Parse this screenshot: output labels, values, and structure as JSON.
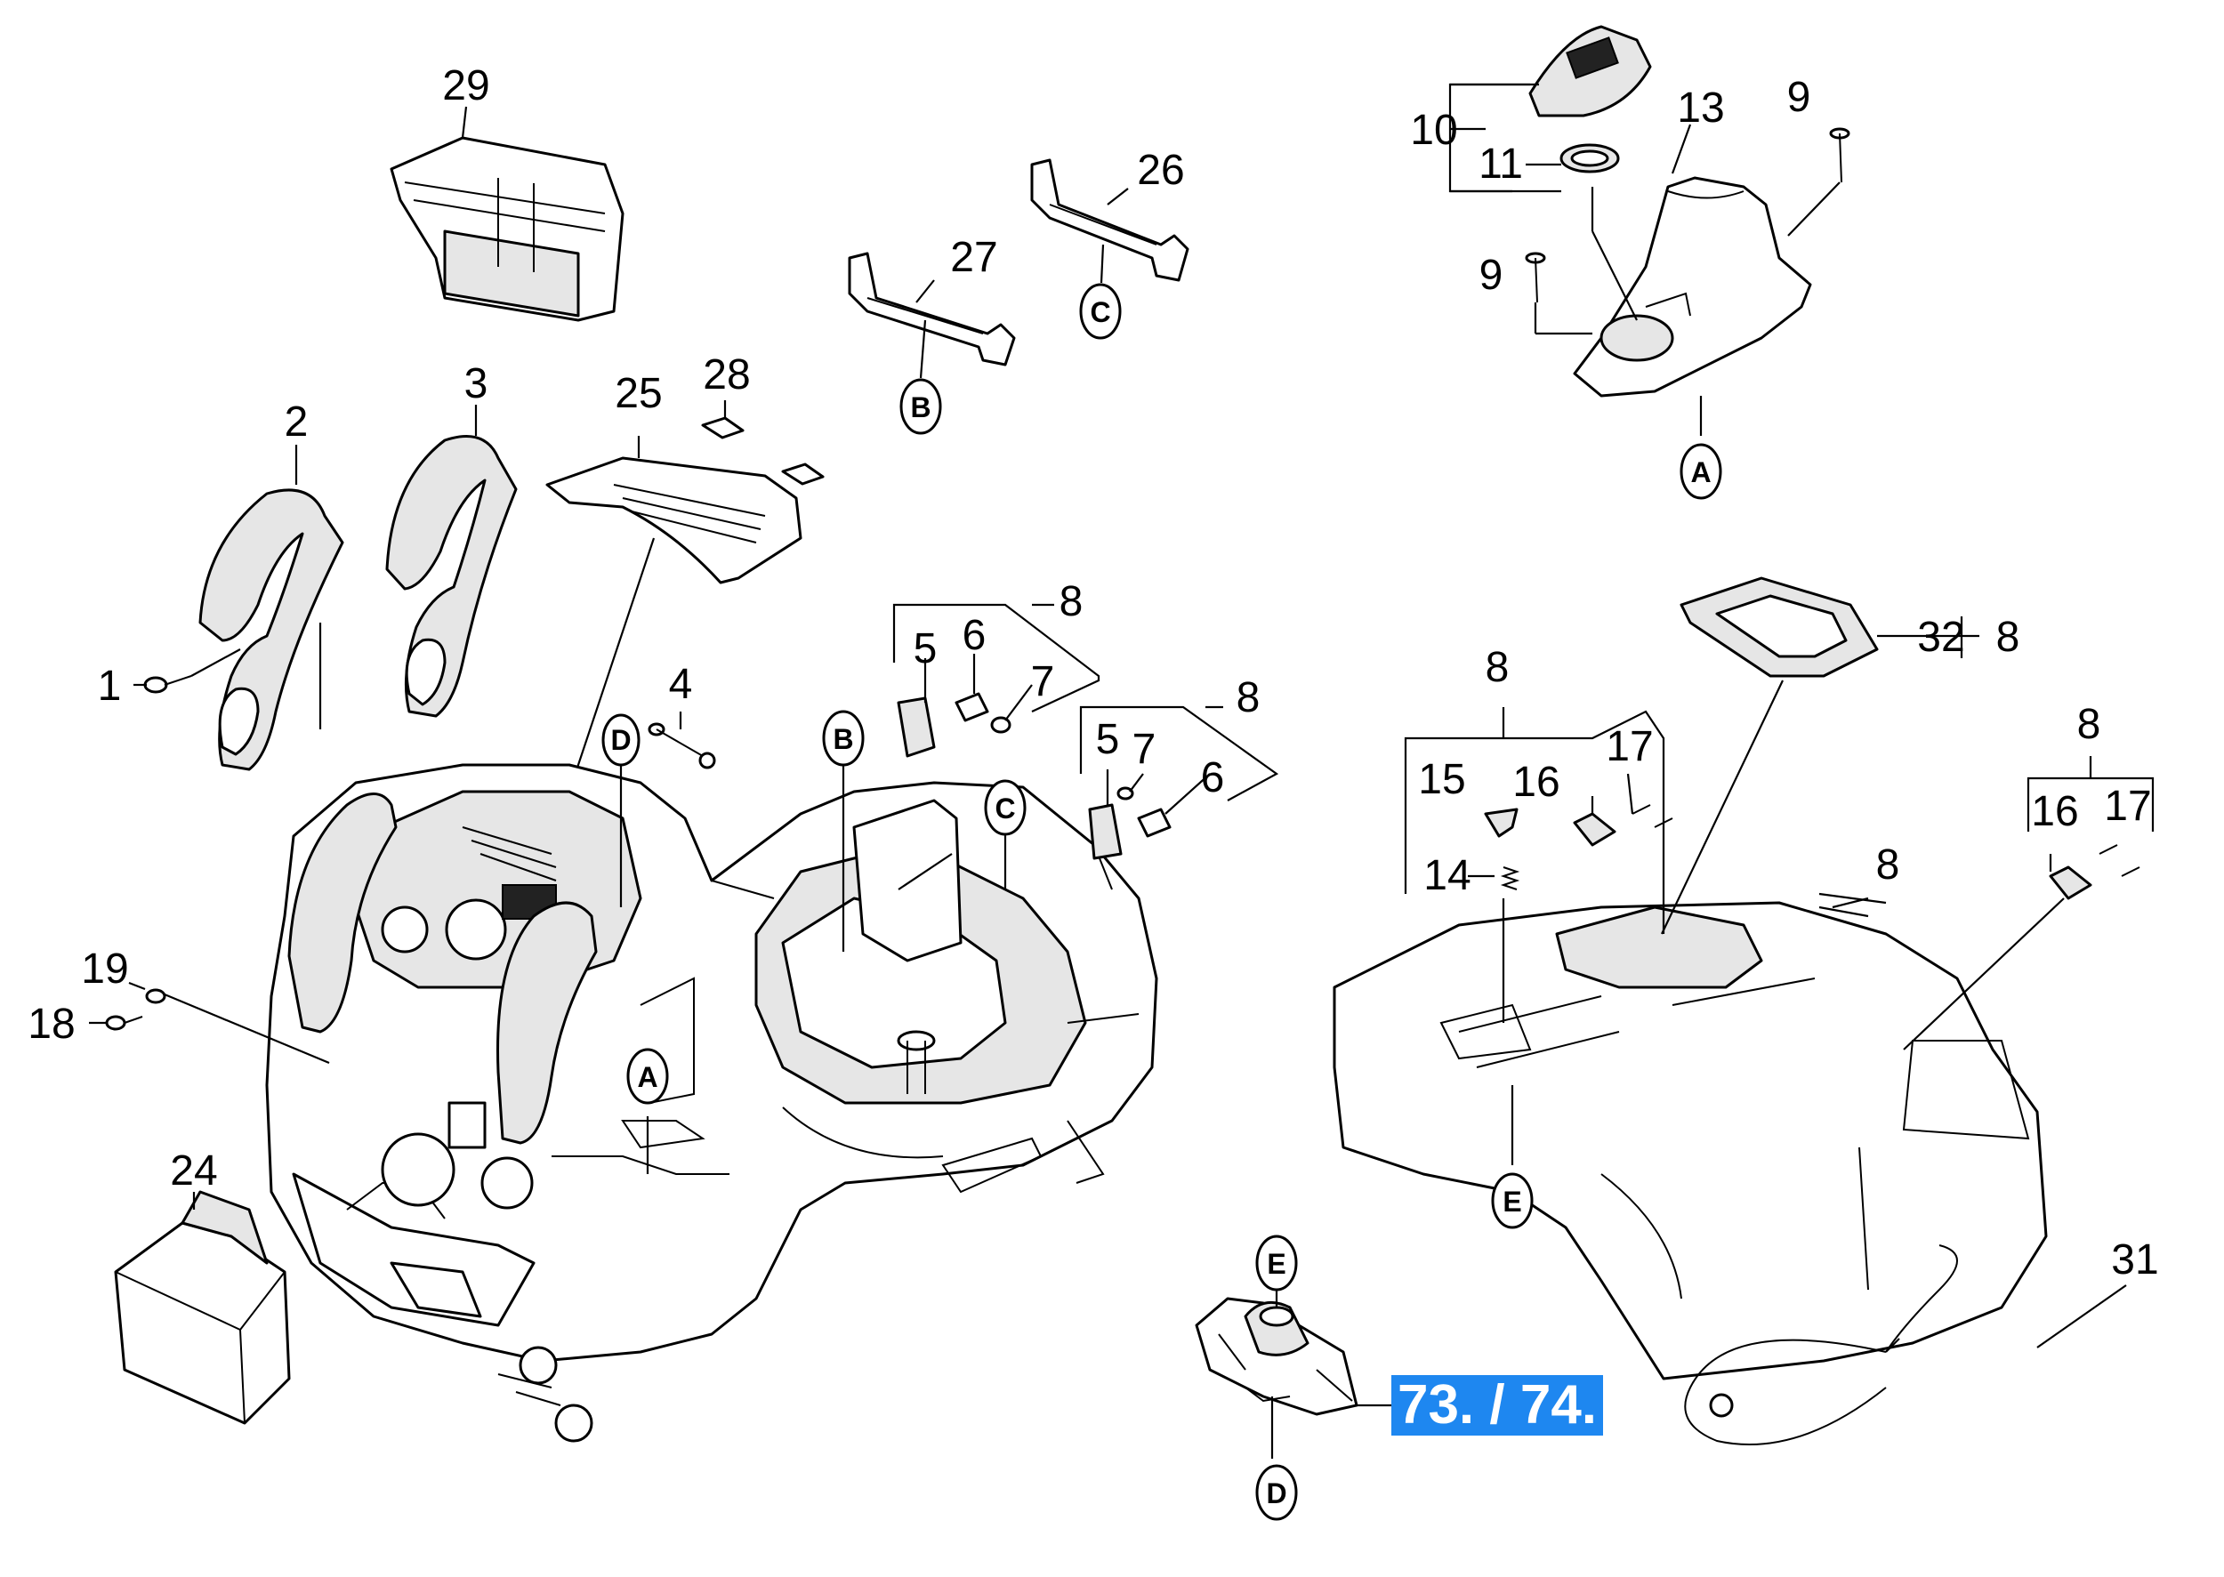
{
  "part_numbers": {
    "p1": "1",
    "p2": "2",
    "p3": "3",
    "p4": "4",
    "p5a": "5",
    "p5b": "5",
    "p6a": "6",
    "p6b": "6",
    "p7a": "7",
    "p7b": "7",
    "p8a": "8",
    "p8b": "8",
    "p8c": "8",
    "p8d": "8",
    "p8e": "8",
    "p8f": "8",
    "p9a": "9",
    "p9b": "9",
    "p10": "10",
    "p11": "11",
    "p13": "13",
    "p14": "14",
    "p15": "15",
    "p16a": "16",
    "p16b": "16",
    "p17a": "17",
    "p17b": "17",
    "p18": "18",
    "p19": "19",
    "p24": "24",
    "p25": "25",
    "p26": "26",
    "p27": "27",
    "p28": "28",
    "p29": "29",
    "p31": "31",
    "p32": "32"
  },
  "reference_markers": {
    "a_top": "A",
    "a_body": "A",
    "b_top": "B",
    "b_body": "B",
    "c_top": "C",
    "c_body": "C",
    "d_body": "D",
    "d_bottom": "D",
    "e_hood": "E",
    "e_valve": "E"
  },
  "highlight_label": "73. / 74.",
  "colors": {
    "highlight_bg": "#1e87f0",
    "highlight_text": "#ffffff",
    "line": "#000000"
  }
}
